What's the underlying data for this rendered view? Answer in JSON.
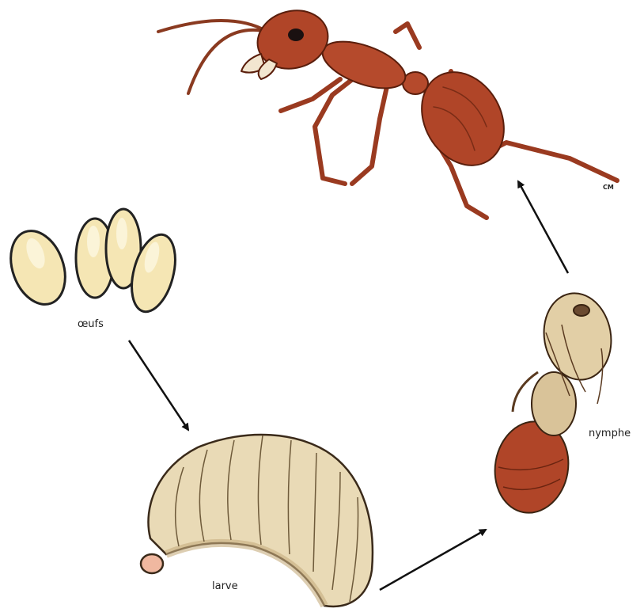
{
  "diagram": {
    "stages": [
      {
        "id": "eggs",
        "label": "œufs"
      },
      {
        "id": "larva",
        "label": "larve"
      },
      {
        "id": "pupa",
        "label": "nymphe"
      },
      {
        "id": "adult",
        "label": ""
      }
    ],
    "signature": "CM"
  },
  "colors": {
    "egg_fill": "#f5e6b4",
    "larva_fill": "#e9dab6",
    "ant_red": "#b54a2c",
    "ant_dark": "#7a2c16",
    "pupa_fill": "#e2cfa6",
    "arrow": "#111111"
  }
}
